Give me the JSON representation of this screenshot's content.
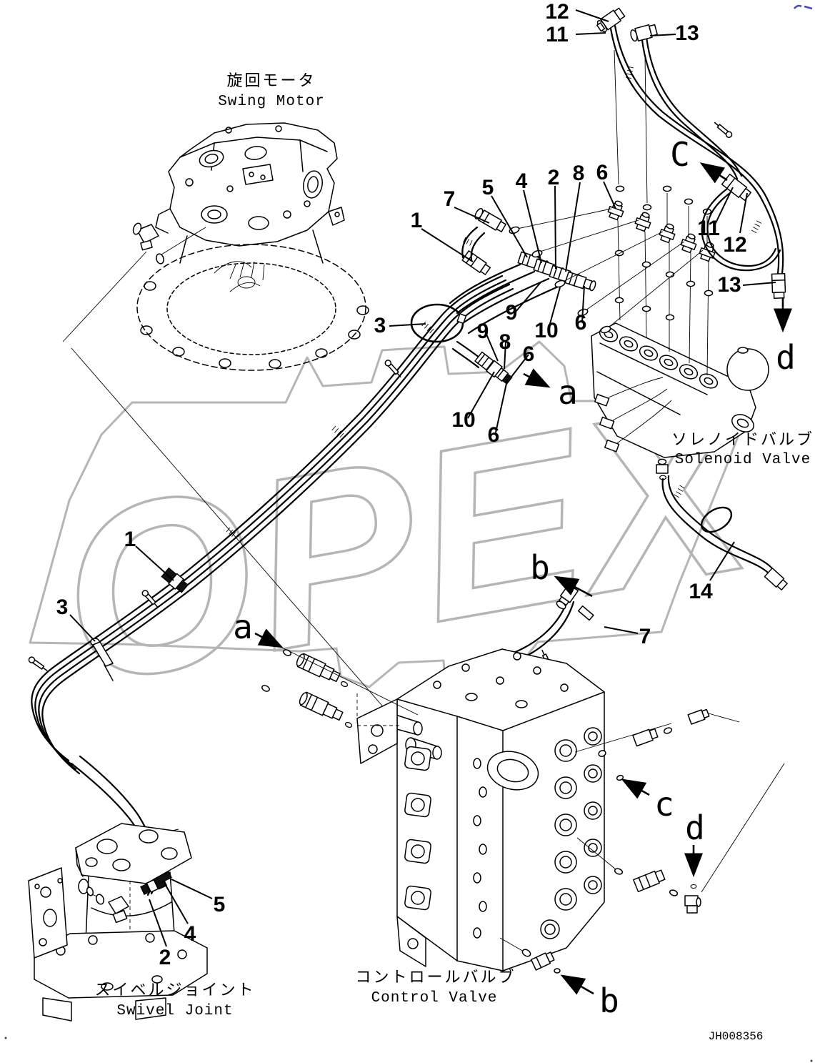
{
  "document": {
    "drawing_number": "JH008356",
    "watermark_text": "OPEX",
    "background_color": "#ffffff",
    "line_color": "#000000",
    "watermark_color": "#b5b5b5",
    "artifact_color": "#4646c8"
  },
  "components": {
    "swing_motor": {
      "label_ja": "旋回モータ",
      "label_en": "Swing Motor"
    },
    "solenoid_valve": {
      "label_ja": "ソレノイドバルブ",
      "label_en": "Solenoid Valve"
    },
    "swivel_joint": {
      "label_ja": "スイベルジョイント",
      "label_en": "Swivel Joint"
    },
    "control_valve": {
      "label_ja": "コントロールバルブ",
      "label_en": "Control Valve"
    }
  },
  "callouts": [
    {
      "label": "12"
    },
    {
      "label": "11"
    },
    {
      "label": "13"
    },
    {
      "label": "7"
    },
    {
      "label": "1"
    },
    {
      "label": "5"
    },
    {
      "label": "4"
    },
    {
      "label": "2"
    },
    {
      "label": "8"
    },
    {
      "label": "6"
    },
    {
      "label": "3"
    },
    {
      "label": "9"
    },
    {
      "label": "10"
    },
    {
      "label": "6"
    },
    {
      "label": "9"
    },
    {
      "label": "8"
    },
    {
      "label": "6"
    },
    {
      "label": "10"
    },
    {
      "label": "6"
    },
    {
      "label": "11"
    },
    {
      "label": "12"
    },
    {
      "label": "13"
    },
    {
      "label": "1"
    },
    {
      "label": "3"
    },
    {
      "label": "7"
    },
    {
      "label": "14"
    },
    {
      "label": "2"
    },
    {
      "label": "4"
    },
    {
      "label": "5"
    }
  ],
  "view_letters": [
    {
      "label": "C"
    },
    {
      "label": "a"
    },
    {
      "label": "b"
    },
    {
      "label": "a"
    },
    {
      "label": "c"
    },
    {
      "label": "d"
    },
    {
      "label": "d"
    },
    {
      "label": "b"
    }
  ]
}
